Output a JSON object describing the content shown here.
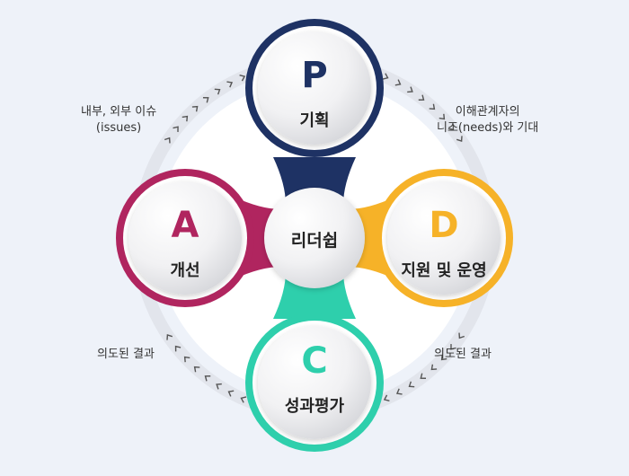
{
  "colors": {
    "background": "#eef2f9",
    "plan": "#1e3264",
    "do": "#f6b228",
    "check": "#2ecfac",
    "act": "#b0255f",
    "arrow": "#555555"
  },
  "center": {
    "label": "리더쉽"
  },
  "nodes": [
    {
      "key": "plan",
      "letter": "P",
      "title": "기획"
    },
    {
      "key": "do",
      "letter": "D",
      "title": "지원 및 운영"
    },
    {
      "key": "check",
      "letter": "C",
      "title": "성과평가"
    },
    {
      "key": "act",
      "letter": "A",
      "title": "개선"
    }
  ],
  "labels": {
    "top_left": [
      "내부, 외부 이슈",
      "(issues)"
    ],
    "top_right": [
      "이해관계자의",
      "니즈(needs)와 기대"
    ],
    "bottom_left": "의도된 결과",
    "bottom_right": "의도된 결과"
  }
}
